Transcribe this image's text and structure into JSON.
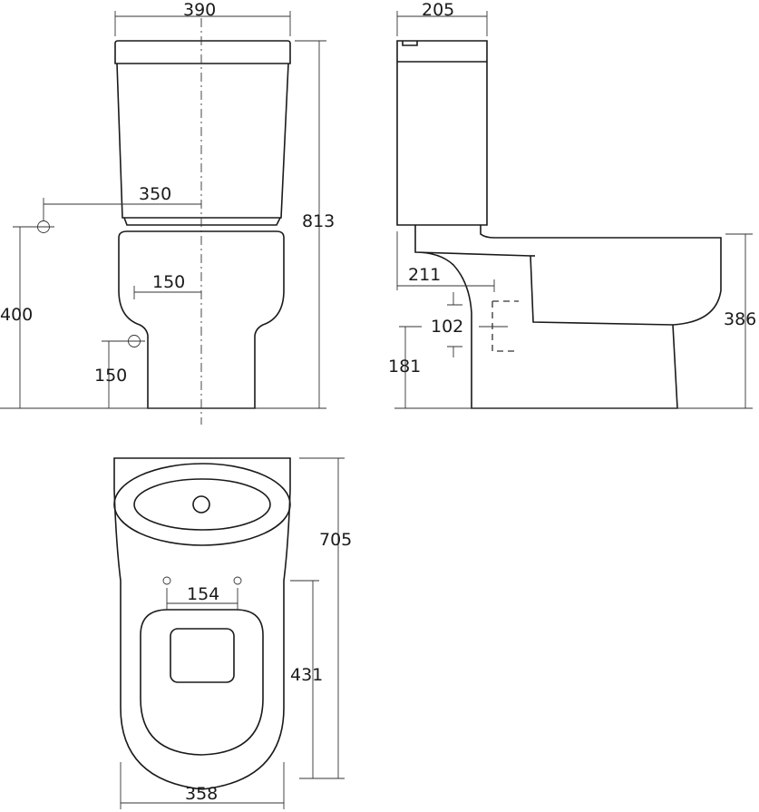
{
  "front_view": {
    "width_overall": "390",
    "height_overall": "813",
    "pipe_offset": "350",
    "pipe_height": "400",
    "fixing_offset": "150",
    "fixing_height": "150"
  },
  "side_view": {
    "cistern_depth": "205",
    "outlet_offset": "211",
    "outlet_diameter": "102",
    "outlet_height": "181",
    "bowl_height": "386"
  },
  "plan_view": {
    "projection": "705",
    "hinge_spacing": "154",
    "hinge_to_front": "431",
    "bowl_width": "358"
  }
}
